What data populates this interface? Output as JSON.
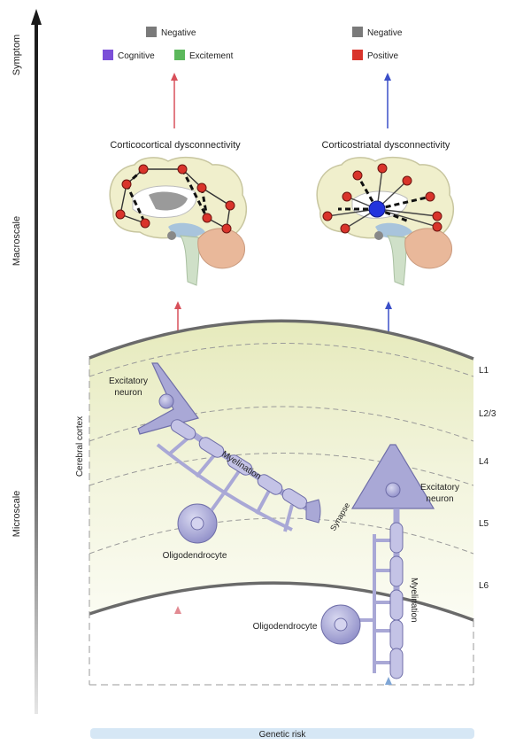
{
  "axis": {
    "symptom": "Symptom",
    "macroscale": "Macroscale",
    "microscale": "Microscale"
  },
  "left_legend": {
    "negative": "Negative",
    "cognitive": "Cognitive",
    "excitement": "Excitement"
  },
  "right_legend": {
    "negative": "Negative",
    "positive": "Positive"
  },
  "titles": {
    "left": "Corticocortical dysconnectivity",
    "right": "Corticostriatal dysconnectivity"
  },
  "cortex": {
    "label": "Cerebral cortex",
    "layers": [
      "L1",
      "L2/3",
      "L4",
      "L5",
      "L6"
    ]
  },
  "left_neuron": {
    "neuron": [
      "Excitatory",
      "neuron"
    ],
    "myelination": "Myelination",
    "oligodendrocyte": "Oligodendrocyte"
  },
  "right_neuron": {
    "neuron": [
      "Excitatory",
      "neuron"
    ],
    "synapse": "Synapse",
    "myelination": "Myelination",
    "oligodendrocyte": "Oligodendrocyte"
  },
  "genetic_risk": "Genetic risk",
  "colors": {
    "negative": "#7a7a7a",
    "cognitive": "#7b4fd8",
    "excitement": "#5cb85c",
    "positive": "#d9342b",
    "red_arrow": "#d8505a",
    "blue_arrow": "#3b4fc8",
    "node": "#d9342b",
    "hub": "#2233dd",
    "cortex_green": "#eef0cc",
    "neuron": "#a9a8d6",
    "genetic_bar": "#d6e7f5"
  }
}
